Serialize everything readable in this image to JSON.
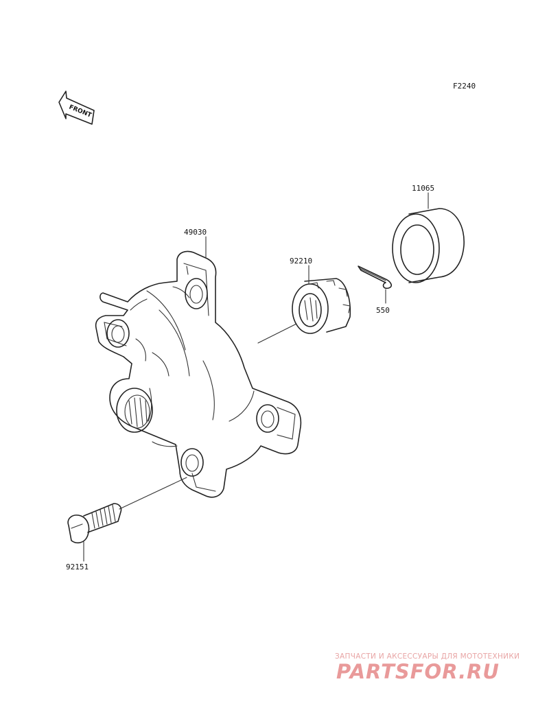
{
  "figure_code": "F2240",
  "front_label": "FRONT",
  "parts": {
    "hub": "49030",
    "bearing": "92210",
    "cotter_pin": "550",
    "bush": "11065",
    "bolt": "92151"
  },
  "watermark": {
    "tagline": "ЗАПЧАСТИ И АКСЕССУАРЫ ДЛЯ МОТОТЕХНИКИ",
    "logo": "PARTSFOR.RU",
    "color": "#e99a9a"
  }
}
